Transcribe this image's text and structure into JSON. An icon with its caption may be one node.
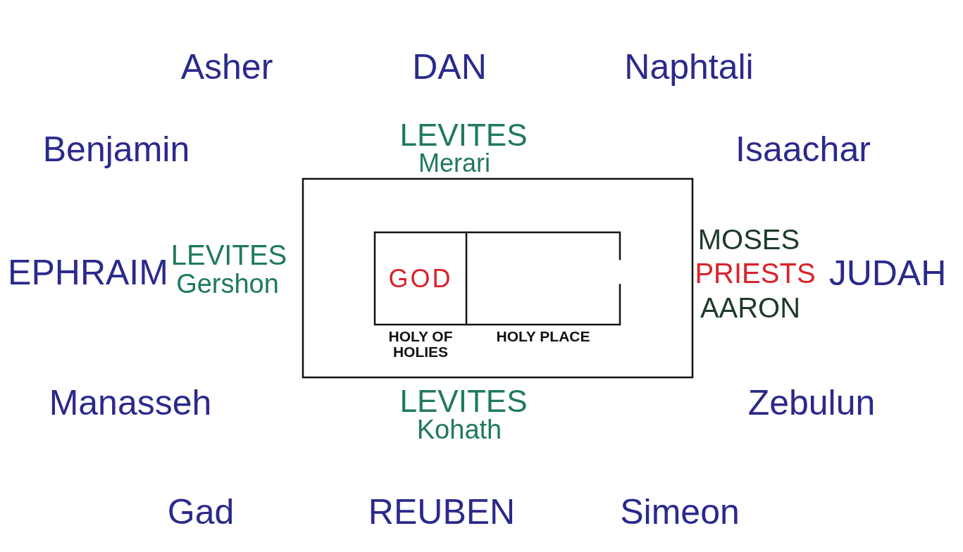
{
  "diagram": {
    "nodes": [
      {
        "text": [],
        "shape": "box"
      },
      {
        "text": [
          "GOD"
        ],
        "beside": [
          "HOLY OF HOLIES"
        ],
        "in": 0
      },
      {
        "text": [],
        "shape": "box",
        "beside": [
          "HOLY PLACE"
        ],
        "in": 0
      }
    ],
    "labels": [
      "Asher",
      "DAN",
      "Naphtali",
      "Benjamin",
      "LEVITES",
      "Merari",
      "Isaachar",
      "MOSES",
      "EPHRAIM",
      "LEVITES",
      "Gershon",
      "PRIESTS",
      "JUDAH",
      "AARON",
      "Manasseh",
      "LEVITES",
      "Zebulun",
      "Kohath",
      "Gad",
      "REUBEN",
      "Simeon"
    ]
  }
}
